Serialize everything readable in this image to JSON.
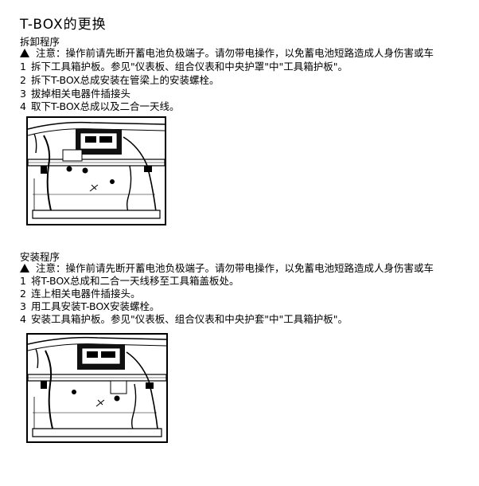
{
  "document": {
    "title": "T-BOX的更换",
    "removal": {
      "heading": "拆卸程序",
      "warning": "注意：操作前请先断开蓄电池负极端子。请勿带电操作，以免蓄电池短路造成人身伤害或车",
      "steps": [
        {
          "num": "1",
          "text": "拆下工具箱护板。参见\"仪表板、组合仪表和中央护罩\"中\"工具箱护板\"。"
        },
        {
          "num": "2",
          "text": "拆下T-BOX总成安装在管梁上的安装螺栓。"
        },
        {
          "num": "3",
          "text": "拔掉相关电器件插接头"
        },
        {
          "num": "4",
          "text": "取下T-BOX总成以及二合一天线。"
        }
      ]
    },
    "installation": {
      "heading": "安装程序",
      "warning": "注意：操作前请先断开蓄电池负极端子。请勿带电操作，以免蓄电池短路造成人身伤害或车",
      "steps": [
        {
          "num": "1",
          "text": "将T-BOX总成和二合一天线移至工具箱盖板处。"
        },
        {
          "num": "2",
          "text": "连上相关电器件插接头。"
        },
        {
          "num": "3",
          "text": "用工具安装T-BOX安装螺栓。"
        },
        {
          "num": "4",
          "text": "安装工具箱护板。参见\"仪表板、组合仪表和中央护套\"中\"工具箱护板\"。"
        }
      ]
    }
  }
}
